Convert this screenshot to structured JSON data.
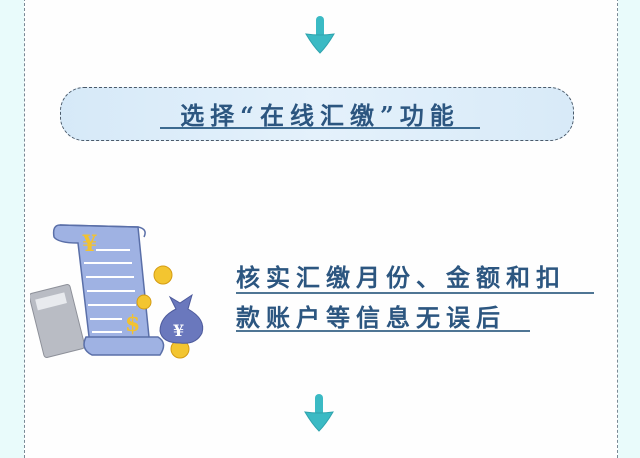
{
  "step_title": "选择“在线汇缴”功能",
  "description_lines": [
    "核实汇缴月份、金额和扣",
    "款账户等信息无误后"
  ],
  "colors": {
    "arrow": "#3bbac4",
    "text": "#2c5680",
    "pill_bg": "#dcecf9",
    "background": "#e9fbfb"
  },
  "icons": [
    "down-arrow-icon",
    "scroll-receipt-icon",
    "calculator-icon",
    "money-bag-icon",
    "coin-icon"
  ]
}
